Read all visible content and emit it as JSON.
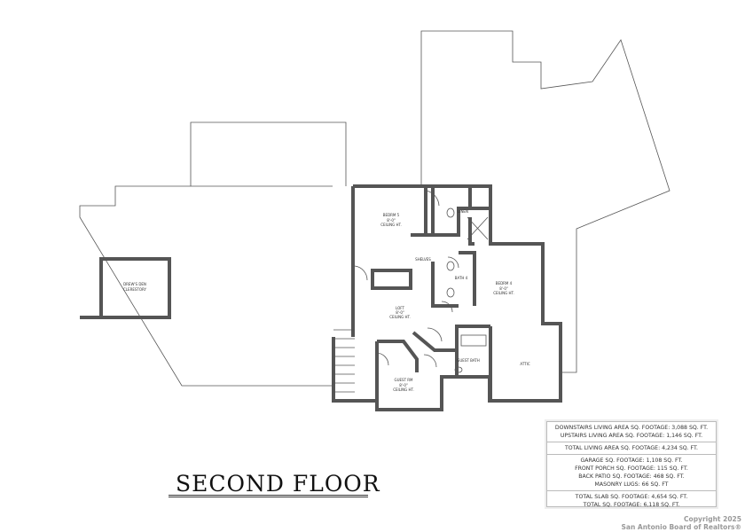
{
  "title": "SECOND FLOOR",
  "rooms": {
    "bedroom5": {
      "name": "BEDRM 5",
      "ceiling": "8'-0\"",
      "ceiling_label": "CEILING HT."
    },
    "bedroom4": {
      "name": "BEDRM 4",
      "ceiling": "8'-0\"",
      "ceiling_label": "CEILING HT."
    },
    "loft": {
      "name": "LOFT",
      "ceiling": "8'-0\"",
      "ceiling_label": "CEILING HT."
    },
    "guest_rm": {
      "name": "GUEST RM",
      "ceiling": "8'-0\"",
      "ceiling_label": "CEILING HT."
    },
    "bath4": "BATH 4",
    "guest_bath": "GUEST BATH",
    "attic": "ATTIC",
    "linen": "LINEN",
    "shelves": "SHELVES",
    "den": {
      "line1": "DREW'S DEN",
      "line2": "CLERESTORY"
    }
  },
  "summary": {
    "downstairs": "DOWNSTAIRS LIVING AREA SQ. FOOTAGE: 3,088 SQ. FT.",
    "upstairs": "UPSTAIRS LIVING AREA SQ. FOOTAGE: 1,146 SQ. FT.",
    "total_living": "TOTAL LIVING AREA SQ. FOOTAGE: 4,234 SQ. FT.",
    "garage": "GARAGE SQ. FOOTAGE: 1,108 SQ. FT.",
    "front_porch": "FRONT PORCH SQ. FOOTAGE: 115 SQ. FT.",
    "back_patio": "BACK PATIO SQ. FOOTAGE: 468 SQ. FT.",
    "masonry": "MASONRY LUGS:  66 SQ. FT",
    "total_slab": "TOTAL SLAB SQ. FOOTAGE: 4,654 SQ. FT.",
    "total": "TOTAL SQ. FOOTAGE: 6,118 SQ. FT."
  },
  "copyright": {
    "line1": "Copyright 2025",
    "line2": "San Antonio Board of Realtors®"
  }
}
